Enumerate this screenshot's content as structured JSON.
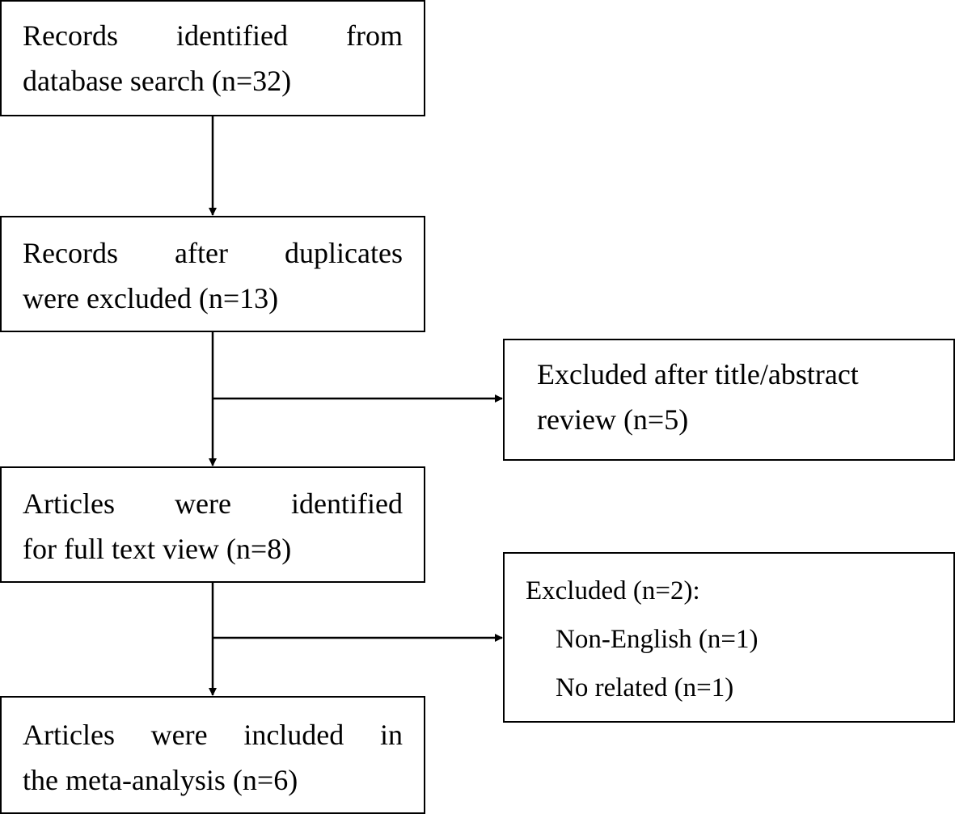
{
  "flow": {
    "box1": {
      "line1": "Records identified from",
      "line2": "database search (n=32)"
    },
    "box2": {
      "line1": "Records after duplicates",
      "line2": "were excluded (n=13)"
    },
    "box3": {
      "line1": "Articles were identified",
      "line2": "for full text view (n=8)"
    },
    "box4": {
      "line1": "Articles were included in",
      "line2": "the meta-analysis (n=6)"
    }
  },
  "exclusions": {
    "title_abstract": {
      "line1": "Excluded after title/abstract",
      "line2": "review (n=5)"
    },
    "full_text": {
      "heading": "Excluded (n=2):",
      "items": [
        "Non-English (n=1)",
        "No related (n=1)"
      ]
    }
  }
}
